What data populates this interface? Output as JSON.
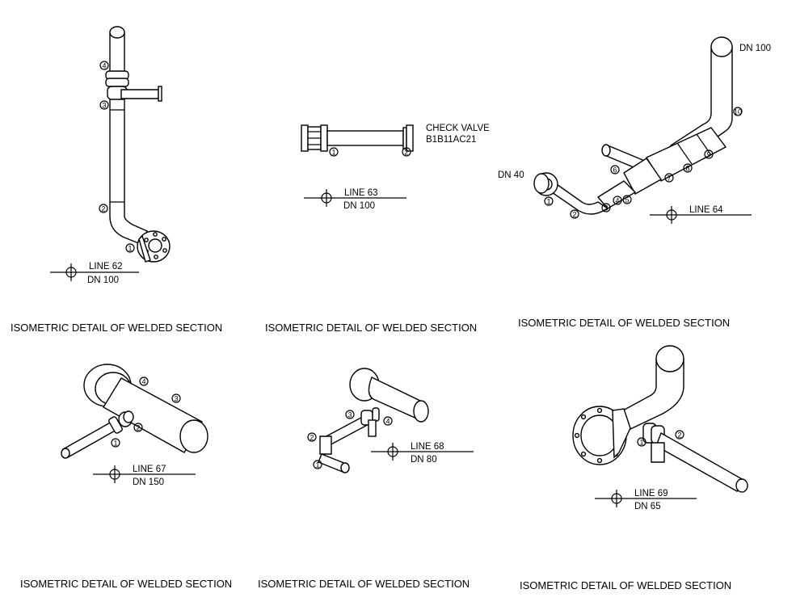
{
  "drawings": [
    {
      "line_label": "LINE 62",
      "size_label": "DN 100",
      "caption": "ISOMETRIC DETAIL OF WELDED SECTION",
      "markers": [
        "1",
        "2",
        "3",
        "4"
      ]
    },
    {
      "line_label": "LINE 63",
      "size_label": "DN 100",
      "caption": "ISOMETRIC DETAIL OF WELDED SECTION",
      "note_1": "CHECK VALVE",
      "note_2": "B1B11AC21",
      "markers": [
        "1",
        "2"
      ]
    },
    {
      "line_label": "LINE 64",
      "caption": "ISOMETRIC DETAIL OF WELDED SECTION",
      "size_top": "DN 100",
      "size_left": "DN 40",
      "markers": [
        "1",
        "2",
        "3",
        "4",
        "5",
        "6",
        "7",
        "8",
        "9",
        "10"
      ]
    },
    {
      "line_label": "LINE 67",
      "size_label": "DN 150",
      "caption": "ISOMETRIC DETAIL OF WELDED SECTION",
      "markers": [
        "1",
        "2",
        "3",
        "4"
      ]
    },
    {
      "line_label": "LINE 68",
      "size_label": "DN 80",
      "caption": "ISOMETRIC DETAIL OF WELDED SECTION",
      "markers": [
        "1",
        "2",
        "3",
        "4"
      ]
    },
    {
      "line_label": "LINE 69",
      "size_label": "DN 65",
      "caption": "ISOMETRIC DETAIL OF WELDED SECTION",
      "markers": [
        "1",
        "2"
      ]
    }
  ]
}
